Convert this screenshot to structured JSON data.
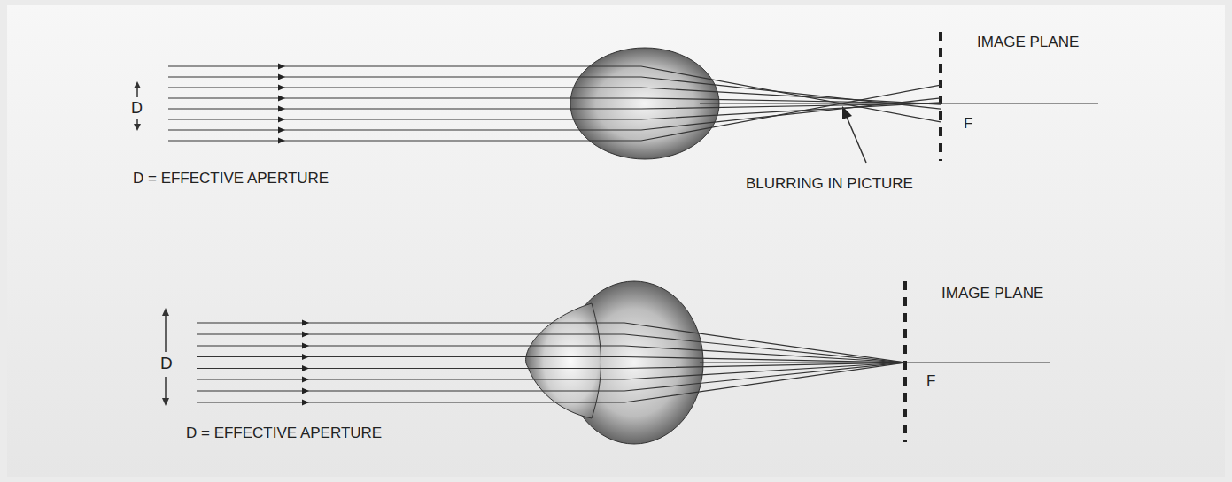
{
  "diagram": {
    "labels": [
      "IMAGE PLANE",
      "D",
      "F",
      "D = EFFECTIVE APERTURE",
      "BLURRING IN PICTURE",
      "IMAGE PLANE",
      "D",
      "F",
      "D = EFFECTIVE APERTURE"
    ]
  }
}
